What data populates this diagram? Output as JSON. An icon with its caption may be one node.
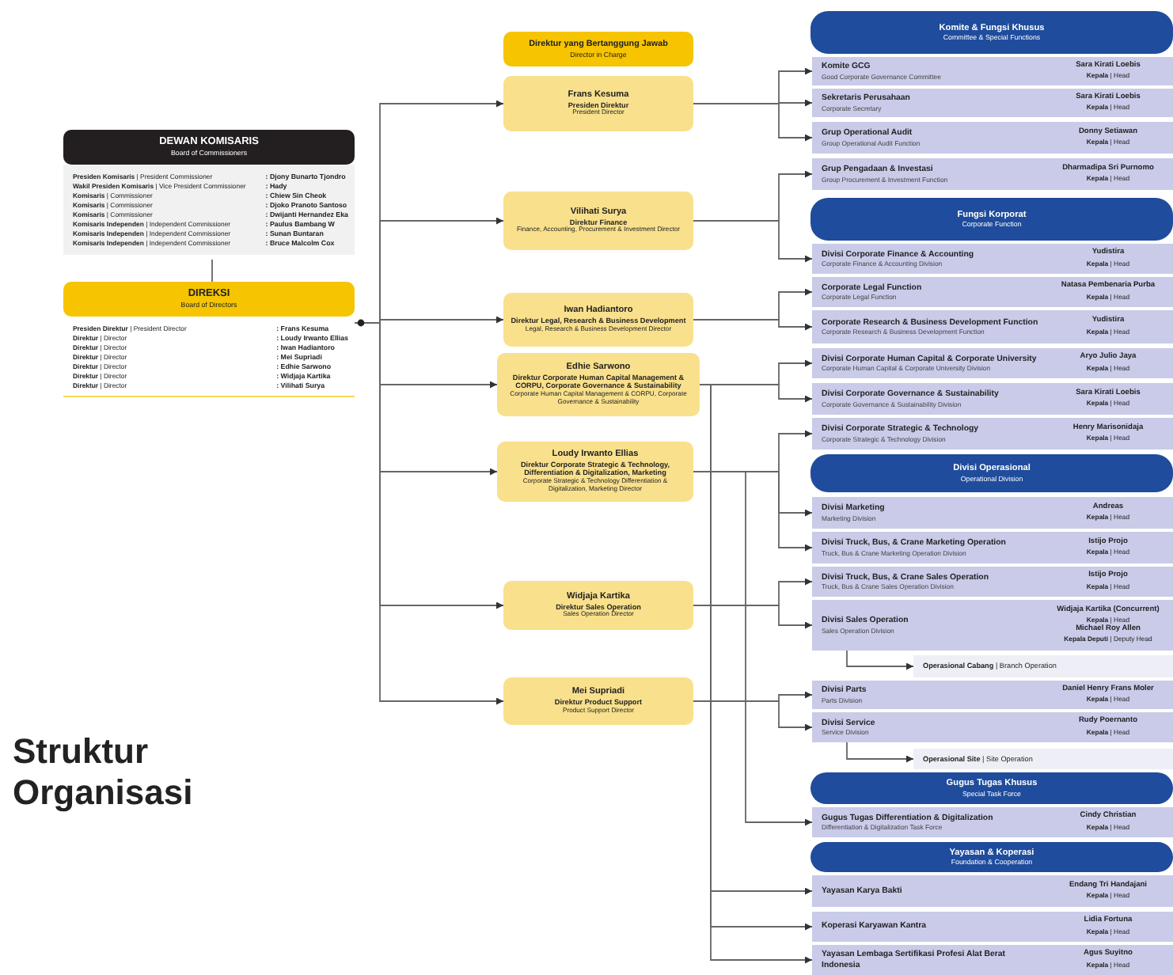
{
  "diagram": {
    "title": "Struktur Organisasi",
    "nodes": [
      {
        "text": [
          "DEWAN KOMISARIS",
          "Board of Commissioners",
          "**Presiden Komisaris** | President Commissioner",
          ": Djony Bunarto Tjondro",
          "**Wakil Presiden Komisaris** | Vice President Commissioner",
          ": Hady",
          "**Komisaris** | Commissioner",
          ": Chiew Sin Cheok",
          "**Komisaris** | Commissioner",
          ": Djoko Pranoto Santoso",
          "**Komisaris** | Commissioner",
          ": Dwijanti Hernandez Eka",
          "**Komisaris Independen** | Independent Commissioner",
          ": Paulus Bambang W",
          "**Komisaris Independen** | Independent Commissioner",
          ": Sunan Buntaran",
          "**Komisaris Independen** | Independent Commissioner",
          ": Bruce Malcolm Cox"
        ]
      },
      {
        "text": [
          "DIREKSI",
          "Board of Directors",
          "**Presiden Direktur** | President Director",
          ": Frans Kesuma",
          "**Direktur** | Director",
          ": Loudy Irwanto Ellias",
          "**Direktur** | Director",
          ": Iwan Hadiantoro",
          "**Direktur** | Director",
          ": Mei Supriadi",
          "**Direktur** | Director",
          ": Edhie Sarwono",
          "**Direktur** | Director",
          ": Widjaja Kartika",
          "**Direktur** | Director",
          ": Vilihati Surya"
        ]
      },
      {
        "text": [
          "Direktur yang Bertanggung Jawab",
          "Director in Charge"
        ]
      },
      {
        "text": [
          "Frans Kesuma",
          "Presiden Direktur",
          "President Director"
        ]
      },
      {
        "text": [
          "Vilihati Surya",
          "Direktur Finance",
          "Finance, Accounting, Procurement & Investment Director"
        ]
      },
      {
        "text": [
          "Iwan Hadiantoro",
          "Direktur Legal, Research & Business Development",
          "Legal, Research & Business Development Director"
        ]
      },
      {
        "text": [
          "Edhie Sarwono",
          "Direktur Corporate Human Capital Management & CORPU, Corporate Governance & Sustainability",
          "Corporate Human Capital Management & CORPU, Corporate Governance & Sustainability"
        ]
      },
      {
        "text": [
          "Loudy Irwanto Ellias",
          "Direktur Corporate Strategic & Technology, Differentiation & Digitalization, Marketing",
          "Corporate Strategic & Technology Differentiation & Digitalization, Marketing Director"
        ]
      },
      {
        "text": [
          "Widjaja Kartika",
          "Direktur Sales Operation",
          "Sales Operation Director"
        ]
      },
      {
        "text": [
          "Mei Supriadi",
          "Direktur Product Support",
          "Product Support Director"
        ]
      },
      {
        "text": [
          "Komite & Fungsi Khusus",
          "Committee & Special Functions"
        ]
      },
      {
        "text": [
          "Komite GCG",
          "Good Corporate Governance Committee",
          "Sara Kirati Loebis",
          "**Kepala** | Head"
        ]
      },
      {
        "text": [
          "Sekretaris Perusahaan",
          "Corporate Secretary",
          "Sara Kirati Loebis",
          "**Kepala** | Head"
        ]
      },
      {
        "text": [
          "Grup Operational Audit",
          "Group Operational Audit Function",
          "Donny Setiawan",
          "**Kepala** | Head"
        ]
      },
      {
        "text": [
          "Grup Pengadaan & Investasi",
          "Group Procurement & Investment Function",
          "Dharmadipa Sri Purnomo",
          "**Kepala** | Head"
        ]
      },
      {
        "text": [
          "Fungsi Korporat",
          "Corporate Function"
        ]
      },
      {
        "text": [
          "Divisi Corporate Finance & Accounting",
          "Corporate Finance & Accounting Division",
          "Yudistira",
          "**Kepala** | Head"
        ]
      },
      {
        "text": [
          "Corporate Legal Function",
          "Corporate Legal Function",
          "Natasa Pembenaria Purba",
          "**Kepala** | Head"
        ]
      },
      {
        "text": [
          "Corporate Research & Business Development Function",
          "Corporate Research & Business Development Function",
          "Yudistira",
          "**Kepala** | Head"
        ]
      },
      {
        "text": [
          "Divisi Corporate Human Capital & Corporate University",
          "Corporate Human Capital & Corporate University Division",
          "Aryo Julio Jaya",
          "**Kepala** | Head"
        ]
      },
      {
        "text": [
          "Divisi Corporate Governance & Sustainability",
          "Corporate Governance & Sustainability Division",
          "Sara Kirati Loebis",
          "**Kepala** | Head"
        ]
      },
      {
        "text": [
          "Divisi Corporate Strategic & Technology",
          "Corporate Strategic & Technology Division",
          "Henry Marisonidaja",
          "**Kepala** | Head"
        ]
      },
      {
        "text": [
          "Divisi Operasional",
          "Operational Division"
        ]
      },
      {
        "text": [
          "Divisi Marketing",
          "Marketing Division",
          "Andreas",
          "**Kepala** | Head"
        ]
      },
      {
        "text": [
          "Divisi Truck, Bus, & Crane Marketing Operation",
          "Truck, Bus & Crane Marketing Operation Division",
          "Istijo Projo",
          "**Kepala** | Head"
        ]
      },
      {
        "text": [
          "Divisi Truck, Bus, & Crane Sales Operation",
          "Truck, Bus & Crane Sales Operation Division",
          "Istijo Projo",
          "**Kepala** | Head"
        ]
      },
      {
        "text": [
          "Divisi Sales Operation",
          "Sales Operation Division",
          "Widjaja Kartika (Concurrent)",
          "**Kepala** | Head",
          "Michael Roy Allen",
          "**Kepala Deputi** | Deputy Head"
        ]
      },
      {
        "text": [
          "**Operasional Cabang** | Branch Operation"
        ]
      },
      {
        "text": [
          "Divisi Parts",
          "Parts Division",
          "Daniel Henry Frans Moler",
          "**Kepala** | Head"
        ]
      },
      {
        "text": [
          "Divisi Service",
          "Service Division",
          "Rudy Poernanto",
          "**Kepala** | Head"
        ]
      },
      {
        "text": [
          "**Operasional Site** | Site Operation"
        ]
      },
      {
        "text": [
          "Gugus Tugas Khusus",
          "Special Task Force"
        ]
      },
      {
        "text": [
          "Gugus Tugas Differentiation & Digitalization",
          "Differentiation & Digitalization Task Force",
          "Cindy Christian",
          "**Kepala** | Head"
        ]
      },
      {
        "text": [
          "Yayasan & Koperasi",
          "Foundation & Cooperation"
        ]
      },
      {
        "text": [
          "Yayasan Karya Bakti",
          "Endang Tri Handajani",
          "**Kepala** | Head"
        ]
      },
      {
        "text": [
          "Koperasi Karyawan Kantra",
          "Lidia Fortuna",
          "**Kepala** | Head"
        ]
      },
      {
        "text": [
          "Yayasan Lembaga Sertifikasi Profesi Alat Berat Indonesia",
          "Agus Suyitno",
          "**Kepala** | Head"
        ]
      }
    ],
    "edges": [
      {
        "from": 0,
        "to": 1,
        "arrow": "none"
      },
      {
        "from": 1,
        "to": 3,
        "arrow": "to"
      },
      {
        "from": 1,
        "to": 4,
        "arrow": "to"
      },
      {
        "from": 1,
        "to": 5,
        "arrow": "to"
      },
      {
        "from": 1,
        "to": 6,
        "arrow": "to"
      },
      {
        "from": 1,
        "to": 7,
        "arrow": "to"
      },
      {
        "from": 1,
        "to": 8,
        "arrow": "to"
      },
      {
        "from": 1,
        "to": 9,
        "arrow": "to"
      },
      {
        "from": 3,
        "to": 11,
        "arrow": "to"
      },
      {
        "from": 3,
        "to": 12,
        "arrow": "to"
      },
      {
        "from": 3,
        "to": 13,
        "arrow": "to"
      },
      {
        "from": 4,
        "to": 14,
        "arrow": "to"
      },
      {
        "from": 4,
        "to": 16,
        "arrow": "to"
      },
      {
        "from": 5,
        "to": 17,
        "arrow": "to"
      },
      {
        "from": 5,
        "to": 18,
        "arrow": "to"
      },
      {
        "from": 6,
        "to": 19,
        "arrow": "to"
      },
      {
        "from": 6,
        "to": 20,
        "arrow": "to"
      },
      {
        "from": 7,
        "to": 21,
        "arrow": "to"
      },
      {
        "from": 7,
        "to": 23,
        "arrow": "to"
      },
      {
        "from": 7,
        "to": 24,
        "arrow": "to"
      },
      {
        "from": 8,
        "to": 25,
        "arrow": "to"
      },
      {
        "from": 8,
        "to": 26,
        "arrow": "to"
      },
      {
        "from": 9,
        "to": 28,
        "arrow": "to"
      },
      {
        "from": 9,
        "to": 29,
        "arrow": "to"
      },
      {
        "from": 26,
        "to": 27,
        "arrow": "to"
      },
      {
        "from": 29,
        "to": 30,
        "arrow": "to"
      },
      {
        "from": 7,
        "to": 32,
        "arrow": "to"
      },
      {
        "from": 6,
        "to": 34,
        "arrow": "to"
      },
      {
        "from": 6,
        "to": 35,
        "arrow": "to"
      },
      {
        "from": 6,
        "to": 36,
        "arrow": "to"
      }
    ]
  }
}
